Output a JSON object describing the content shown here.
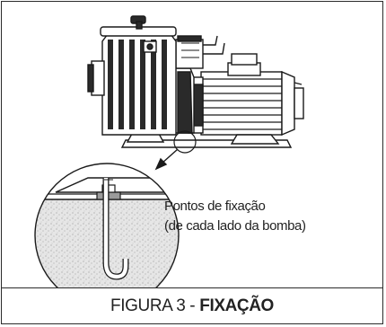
{
  "callout": {
    "line1": "Pontos de fixação",
    "line2": "(de cada lado da bomba)"
  },
  "caption": {
    "prefix": "FIGURA 3 -",
    "emphasis": "FIXAÇÃO"
  },
  "icons": [
    "pump-drawing",
    "anchor-bolt-detail",
    "pointer-arrow"
  ]
}
